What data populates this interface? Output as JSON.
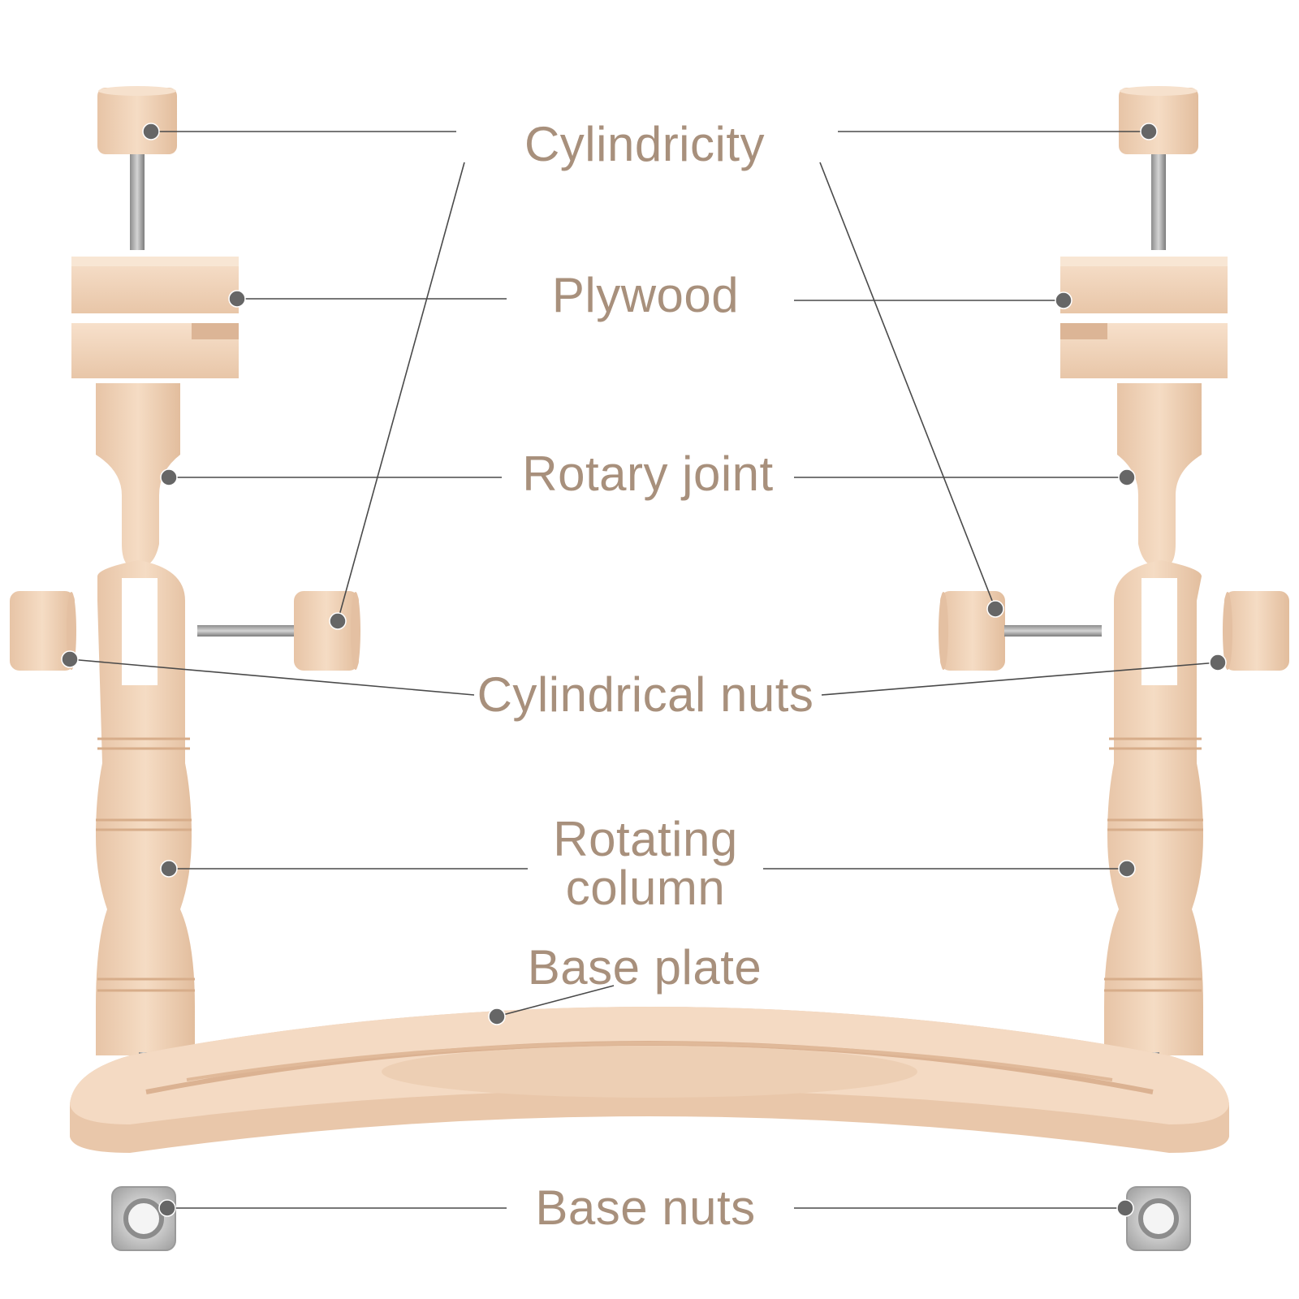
{
  "diagram": {
    "labels": {
      "cylindricity": "Cylindricity",
      "plywood": "Plywood",
      "rotary_joint": "Rotary joint",
      "cylindrical_nuts": "Cylindrical nuts",
      "rotating_column_line1": "Rotating",
      "rotating_column_line2": "column",
      "base_plate": "Base plate",
      "base_nuts": "Base nuts"
    },
    "colors": {
      "label_text": "#a8907c",
      "wood": "#efd2b7",
      "wood_shadow": "#ddb798",
      "metal": "#9a9a9a",
      "leader_line": "#4a4a4a",
      "marker_dot": "#666666"
    }
  }
}
